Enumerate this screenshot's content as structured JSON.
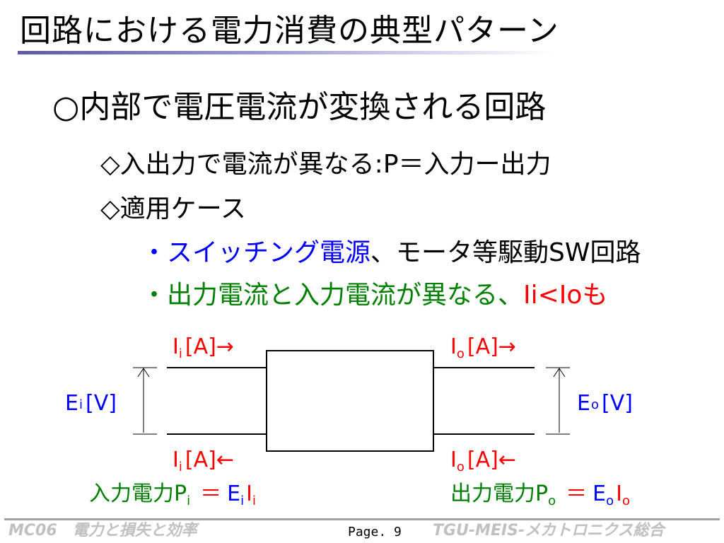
{
  "slide": {
    "title": "回路における電力消費の典型パターン",
    "heading": "○内部で電圧電流が変換される回路",
    "bullets": [
      "◇入出力で電流が異なる:P＝入力ー出力",
      "◇適用ケース"
    ],
    "case1": {
      "blue": "・スイッチング電源",
      "black": "、モータ等駆動SW回路"
    },
    "case2": {
      "green": "・出力電流と入力電流が異なる、",
      "red": "Ii<Ioも"
    }
  },
  "diagram": {
    "in_current_top": {
      "symbol": "I",
      "sub": "i",
      "unit": "[A]→"
    },
    "out_current_top": {
      "symbol": "I",
      "sub": "o",
      "unit": "[A]→"
    },
    "in_current_bot": {
      "symbol": "I",
      "sub": "i",
      "unit": "[A]←"
    },
    "out_current_bot": {
      "symbol": "I",
      "sub": "o",
      "unit": "[A]←"
    },
    "in_voltage": {
      "symbol": "E",
      "sub": "i",
      "unit": "[V]"
    },
    "out_voltage": {
      "symbol": "E",
      "sub": "o",
      "unit": "[V]"
    },
    "input_power": {
      "label": "入力電力P",
      "sub": "i",
      "eq": "＝",
      "e": "E",
      "e_sub": "i",
      "i": "I",
      "i_sub": "i"
    },
    "output_power": {
      "label": "出力電力P",
      "sub": "o",
      "eq": "＝",
      "e": "E",
      "e_sub": "o",
      "i": "I",
      "i_sub": "o"
    }
  },
  "colors": {
    "blue": "#0000ff",
    "green": "#008000",
    "red": "#ff0000",
    "title_underline": "#5a5aa8"
  },
  "footer": {
    "left": "MC06　電力と損失と効率",
    "page": "Page. 9",
    "right": "TGU-MEIS-メカトロニクス総合"
  }
}
